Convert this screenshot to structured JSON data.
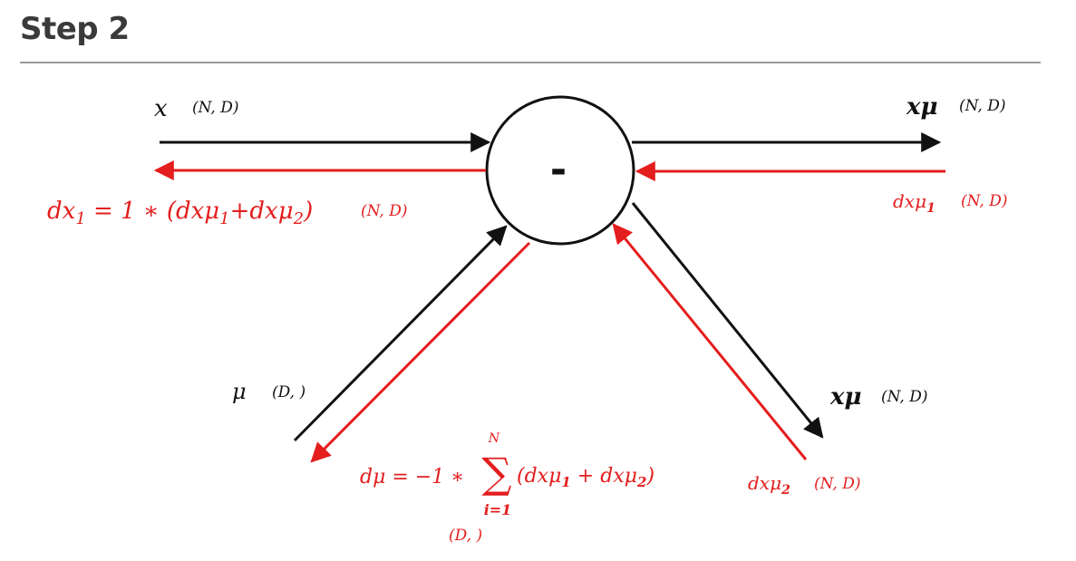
{
  "heading": "Step 2",
  "node": {
    "operator": "-"
  },
  "labels": {
    "x_in": "x",
    "x_in_shape": "(N, D)",
    "xmu_out_top": "xμ",
    "xmu_out_top_shape": "(N, D)",
    "dxmu1": "dxμ",
    "dxmu1_sub": "1",
    "dxmu1_shape": "(N, D)",
    "dx1_lhs": "dx",
    "dx1_lhs_sub": "1",
    "dx1_rhs_pre": " = 1 ∗ (dxμ",
    "dx1_rhs_sub1": "1",
    "dx1_rhs_mid": "+dxμ",
    "dx1_rhs_sub2": "2",
    "dx1_rhs_post": ")",
    "dx1_shape": "(N, D)",
    "mu_in": "μ",
    "mu_in_shape": "(D, )",
    "xmu_out_bottom": "xμ",
    "xmu_out_bottom_shape": "(N, D)",
    "dxmu2": "dxμ",
    "dxmu2_sub": "2",
    "dxmu2_shape": "(N, D)",
    "dmu_lhs": "dμ = −1 ∗",
    "dmu_sum": "∑",
    "dmu_sum_upper": "N",
    "dmu_sum_lower": "i=1",
    "dmu_rhs_pre": "(dxμ",
    "dmu_rhs_sub1": "1",
    "dmu_rhs_mid": " + dxμ",
    "dmu_rhs_sub2": "2",
    "dmu_rhs_post": ")",
    "dmu_shape": "(D, )"
  },
  "colors": {
    "forward": "#111111",
    "backward": "#e41d1d"
  }
}
